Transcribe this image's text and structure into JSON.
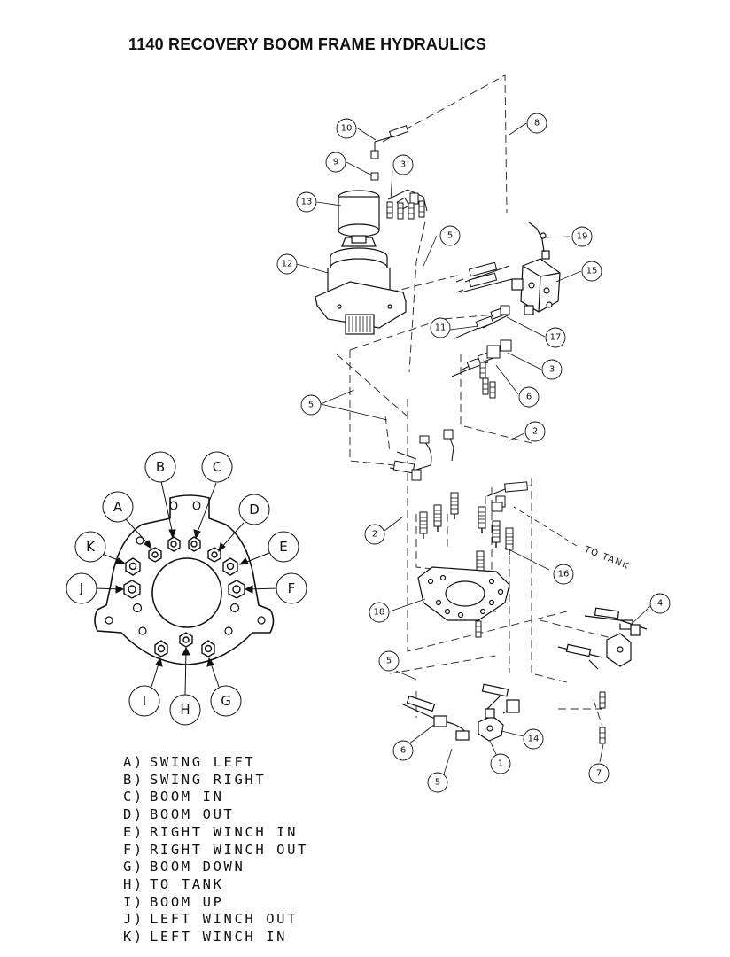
{
  "title": "1140 RECOVERY BOOM FRAME HYDRAULICS",
  "callouts": {
    "c1": "1",
    "c2a": "2",
    "c2b": "2",
    "c3a": "3",
    "c3b": "3",
    "c4": "4",
    "c5a": "5",
    "c5b": "5",
    "c5c": "5",
    "c5d": "5",
    "c6a": "6",
    "c6b": "6",
    "c7": "7",
    "c8": "8",
    "c9": "9",
    "c10": "10",
    "c11": "11",
    "c12": "12",
    "c13": "13",
    "c14": "14",
    "c15": "15",
    "c16": "16",
    "c17": "17",
    "c18": "18",
    "c19": "19"
  },
  "to_tank_label": "TO TANK",
  "ports": {
    "A": "A",
    "B": "B",
    "C": "C",
    "D": "D",
    "E": "E",
    "F": "F",
    "G": "G",
    "H": "H",
    "I": "I",
    "J": "J",
    "K": "K",
    "ring_o1": "O",
    "ring_o2": "O"
  },
  "legend": [
    {
      "key": "A)",
      "text": "SWING LEFT"
    },
    {
      "key": "B)",
      "text": "SWING RIGHT"
    },
    {
      "key": "C)",
      "text": "BOOM IN"
    },
    {
      "key": "D)",
      "text": "BOOM OUT"
    },
    {
      "key": "E)",
      "text": "RIGHT WINCH IN"
    },
    {
      "key": "F)",
      "text": "RIGHT WINCH OUT"
    },
    {
      "key": "G)",
      "text": "BOOM DOWN"
    },
    {
      "key": "H)",
      "text": "TO TANK"
    },
    {
      "key": "I)",
      "text": "BOOM UP"
    },
    {
      "key": "J)",
      "text": "LEFT WINCH OUT"
    },
    {
      "key": "K)",
      "text": "LEFT WINCH IN"
    }
  ]
}
